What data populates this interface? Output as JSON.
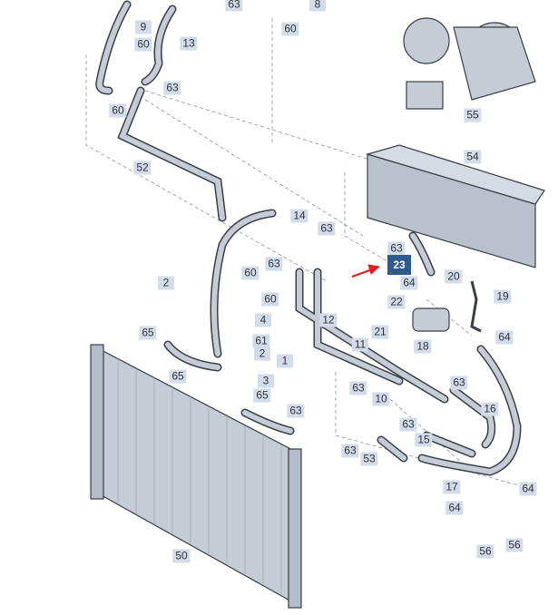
{
  "highlighted_part": "23",
  "colors": {
    "badge": "#d3dcea",
    "badge_text": "#333333",
    "highlight": "#2f5a8f",
    "arrow": "#e02020",
    "part_fill": "#c5ccd6",
    "outline": "#3a3f47"
  },
  "labels": [
    "63",
    "8",
    "9",
    "60",
    "13",
    "60",
    "63",
    "60",
    "52",
    "54",
    "55",
    "14",
    "63",
    "63",
    "23",
    "63",
    "60",
    "20",
    "64",
    "19",
    "2",
    "60",
    "12",
    "22",
    "4",
    "65",
    "21",
    "18",
    "11",
    "61",
    "2",
    "1",
    "64",
    "65",
    "3",
    "65",
    "63",
    "10",
    "63",
    "16",
    "63",
    "63",
    "15",
    "63",
    "53",
    "17",
    "64",
    "64",
    "50",
    "56",
    "56"
  ]
}
